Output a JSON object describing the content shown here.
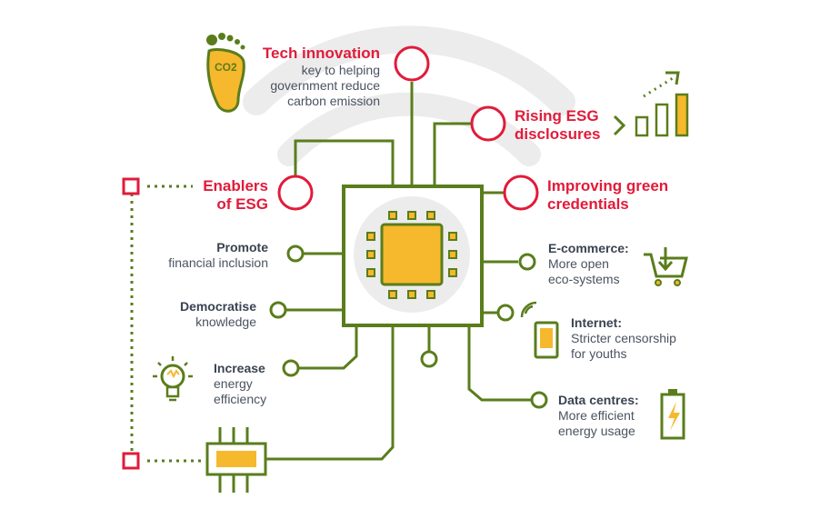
{
  "colors": {
    "accent_red": "#e11b3a",
    "circuit_green": "#5a7d1c",
    "chip_yellow": "#f6b82c",
    "text_dark": "#3a4350",
    "background_wifi": "#ededed"
  },
  "labels": {
    "tech_innovation": {
      "title": "Tech innovation",
      "line1": "key to helping",
      "line2": "government reduce",
      "line3": "carbon emission"
    },
    "rising_esg": {
      "line1": "Rising ESG",
      "line2": "disclosures"
    },
    "enablers": {
      "line1": "Enablers",
      "line2": "of ESG"
    },
    "green_credentials": {
      "line1": "Improving green",
      "line2": "credentials"
    },
    "promote": {
      "title": "Promote",
      "line1": "financial inclusion"
    },
    "democratise": {
      "title": "Democratise",
      "line1": "knowledge"
    },
    "increase": {
      "title": "Increase",
      "line1": "energy",
      "line2": "efficiency"
    },
    "ecommerce": {
      "title": "E-commerce:",
      "line1": "More open",
      "line2": "eco-systems"
    },
    "internet": {
      "title": "Internet:",
      "line1": "Stricter censorship",
      "line2": "for youths"
    },
    "data_centres": {
      "title": "Data centres:",
      "line1": "More efficient",
      "line2": "energy usage"
    }
  },
  "icons": {
    "footprint": "co2-footprint-icon",
    "footprint_text": "CO2",
    "growth": "bar-growth-icon",
    "cart": "shopping-cart-icon",
    "phone": "mobile-phone-icon",
    "battery": "battery-charging-icon",
    "bulb": "light-bulb-icon",
    "wifi": "wifi-background-icon"
  }
}
